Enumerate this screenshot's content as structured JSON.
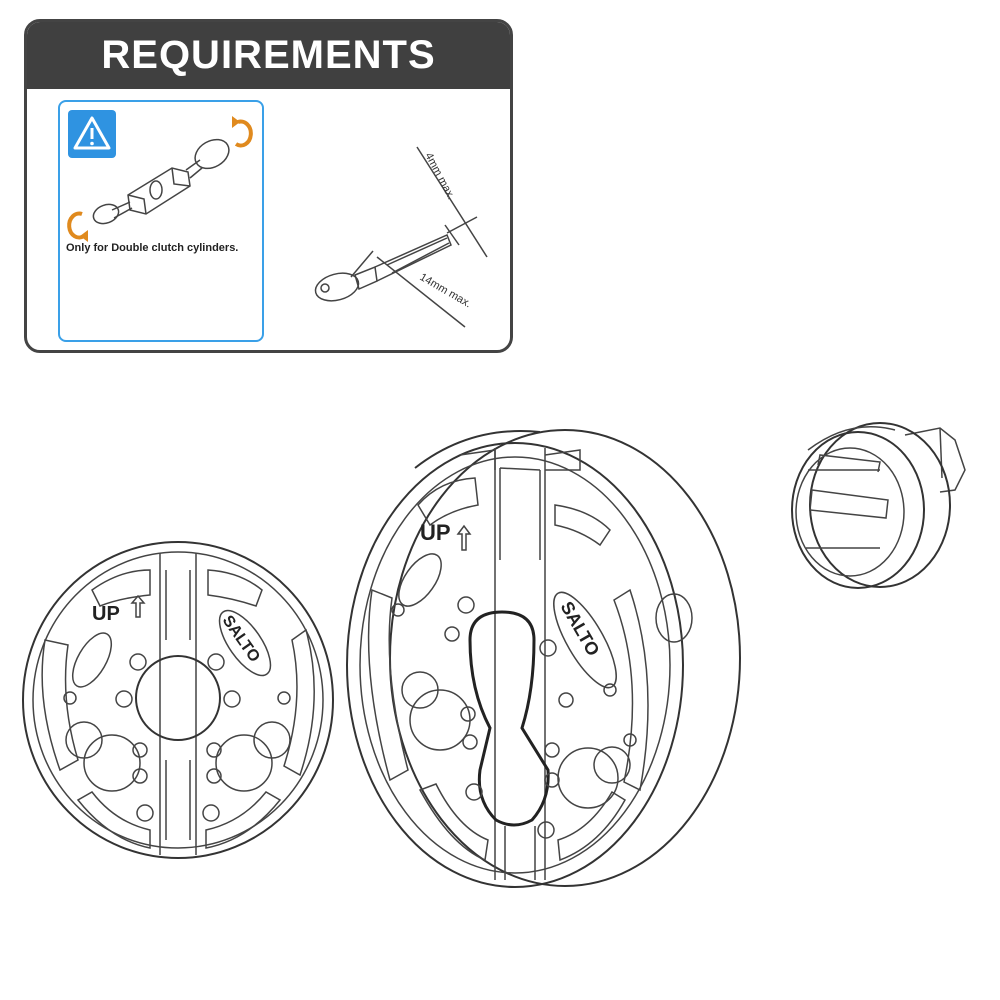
{
  "header": {
    "title": "REQUIREMENTS"
  },
  "warning": {
    "caption": "Only for Double clutch cylinders."
  },
  "dimensions": {
    "max_protrusion": "4mm max.",
    "max_length": "14mm max."
  },
  "rosette_label": {
    "orientation": "UP",
    "brand": "SALTO"
  },
  "colors": {
    "header_bg": "#404040",
    "warning_border": "#3aa0e8",
    "warning_icon": "#2f93e1",
    "rotation_arrow": "#e08a1e"
  },
  "icons": [
    "warning-triangle-icon",
    "rotation-arrow-icon",
    "up-arrow-icon"
  ]
}
